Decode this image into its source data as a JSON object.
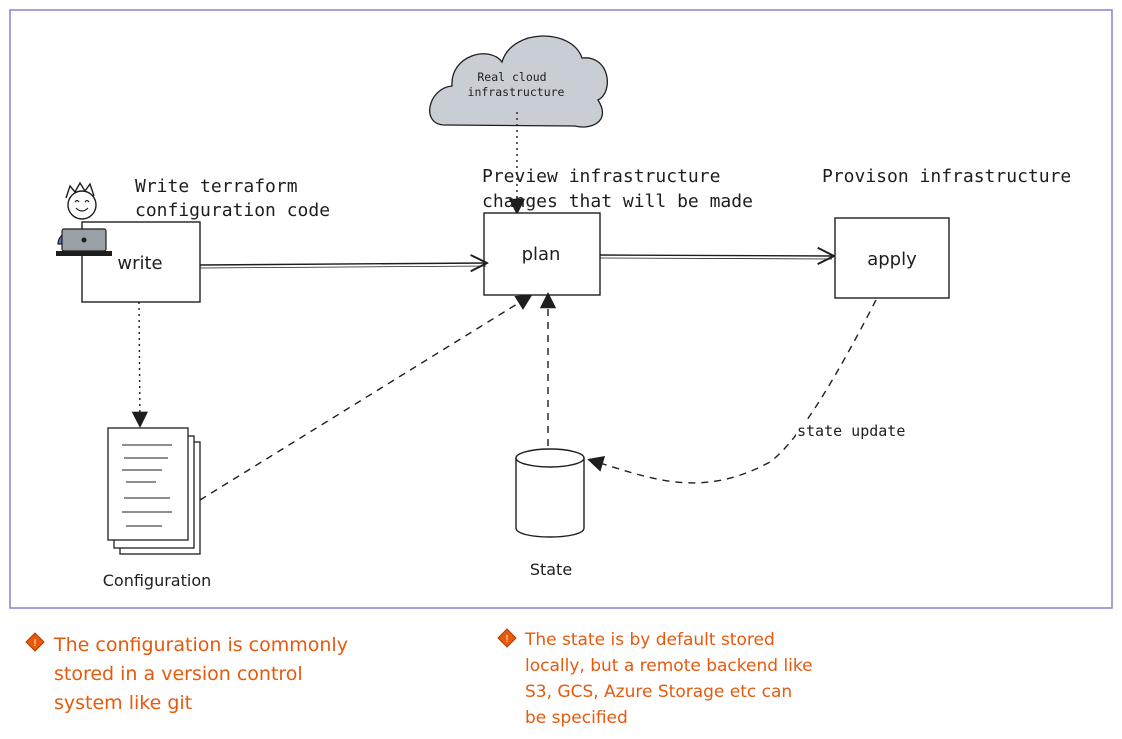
{
  "boxes": {
    "write": "write",
    "plan": "plan",
    "apply": "apply"
  },
  "headings": {
    "write": [
      "Write terraform",
      "configuration code"
    ],
    "plan": [
      "Preview infrastructure",
      "changes that will be made"
    ],
    "apply": "Provison infrastructure"
  },
  "cloud": {
    "lines": [
      "Real cloud",
      "infrastructure"
    ]
  },
  "labels": {
    "configuration": "Configuration",
    "state": "State",
    "state_update": "state update"
  },
  "notes": {
    "left": [
      "The configuration is commonly",
      "stored in a version control",
      "system like git"
    ],
    "right": [
      "The state is by default stored",
      "locally, but a remote backend like",
      "S3, GCS, Azure Storage etc can",
      "be specified"
    ]
  },
  "colors": {
    "frame": "#8b7fd6",
    "stroke": "#1e1e1e",
    "cloud_fill": "#c9ced4",
    "note_text": "#e8590c",
    "user_shirt": "#4d6fdb"
  },
  "icons": [
    "user-at-laptop-icon",
    "documents-icon",
    "database-cylinder-icon",
    "cloud-icon",
    "info-icon"
  ]
}
